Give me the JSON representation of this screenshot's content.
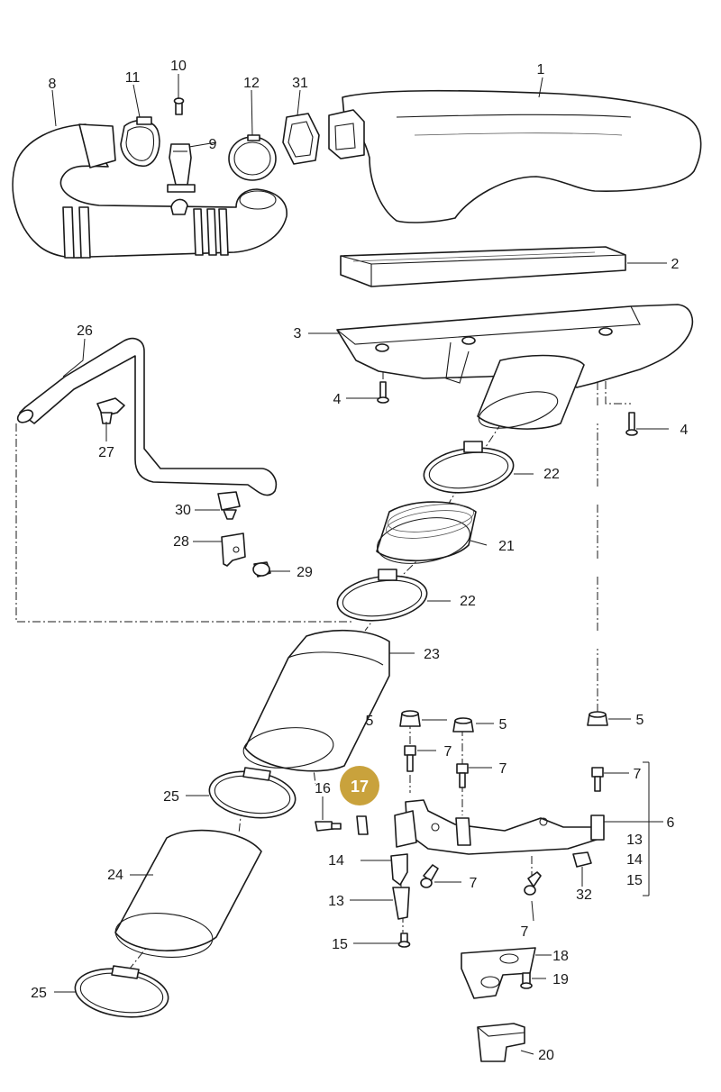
{
  "highlight_color": "#c9a23c",
  "callouts": {
    "c1": "1",
    "c2": "2",
    "c3": "3",
    "c4a": "4",
    "c4b": "4",
    "c5a": "5",
    "c5b": "5",
    "c5c": "5",
    "c6": "6",
    "c7a": "7",
    "c7b": "7",
    "c7c": "7",
    "c7d": "7",
    "c7e": "7",
    "c8": "8",
    "c9": "9",
    "c10": "10",
    "c11": "11",
    "c12": "12",
    "c13a": "13",
    "c13b": "13",
    "c14a": "14",
    "c14b": "14",
    "c15a": "15",
    "c15b": "15",
    "c16": "16",
    "c17": "17",
    "c18": "18",
    "c19": "19",
    "c20": "20",
    "c21": "21",
    "c22a": "22",
    "c22b": "22",
    "c23": "23",
    "c24": "24",
    "c25a": "25",
    "c25b": "25",
    "c26": "26",
    "c27": "27",
    "c28": "28",
    "c29": "29",
    "c30": "30",
    "c31": "31",
    "c32": "32"
  }
}
